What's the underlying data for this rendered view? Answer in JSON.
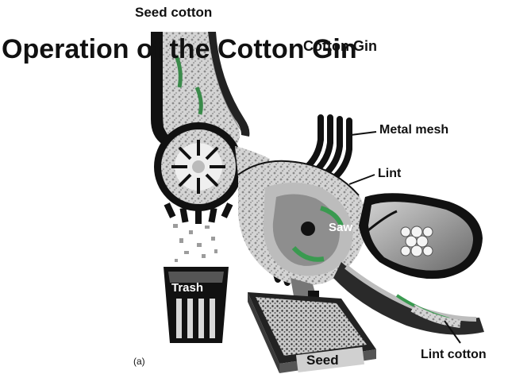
{
  "diagram": {
    "title": "Operation of the Cotton Gin",
    "subtitle": "Cotton Gin",
    "panel_label": "(a)",
    "labels": {
      "seed_cotton": "Seed cotton",
      "metal_mesh": "Metal mesh",
      "lint": "Lint",
      "saw": "Saw",
      "trash": "Trash",
      "seed": "Seed",
      "lint_cotton": "Lint cotton"
    },
    "icons": [
      "hopper-icon",
      "spiked-drum-icon",
      "saw-cylinder-icon",
      "brush-cylinder-icon",
      "trash-can-icon",
      "seed-tray-icon"
    ]
  }
}
